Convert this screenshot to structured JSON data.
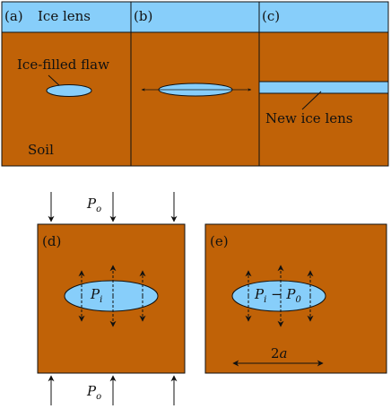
{
  "colors": {
    "soil": "#c06207",
    "ice": "#87cefa",
    "line": "#111111"
  },
  "top_panels": {
    "a": {
      "letter": "(a)",
      "ice_label": "Ice lens",
      "flaw_label": "Ice-filled flaw",
      "soil_label": "Soil"
    },
    "b": {
      "letter": "(b)"
    },
    "c": {
      "letter": "(c)",
      "new_lens_label": "New ice lens"
    }
  },
  "panel_d": {
    "letter": "(d)",
    "top_pressure": {
      "symbol": "P",
      "subscript": "o"
    },
    "bottom_pressure": {
      "symbol": "P",
      "subscript": "o"
    },
    "inner_pressure": {
      "symbol": "P",
      "subscript": "i"
    }
  },
  "panel_e": {
    "letter": "(e)",
    "inner_label": {
      "p1": "P",
      "s1": "i",
      "minus": " − ",
      "p2": "P",
      "s2": "0"
    },
    "width_label": {
      "coef": "2",
      "var": "a"
    }
  },
  "icons": [
    "arrow-icon",
    "double-arrow-icon"
  ]
}
